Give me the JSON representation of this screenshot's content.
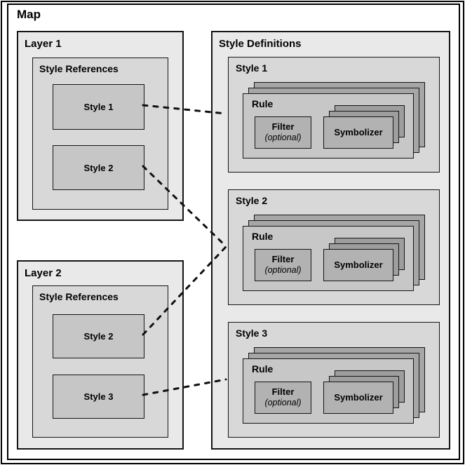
{
  "title": "Map",
  "colors": {
    "panel_bg": "#e9e9e9",
    "sub_bg": "#d8d8d8",
    "item_bg": "#c6c6c6",
    "rule_card_bg": "#c7c7c7",
    "card_back_bg": "#a6a6a6",
    "inner_box_bg": "#b2b2b2",
    "inner_back_bg": "#9e9e9e",
    "line_color": "#111111",
    "border_color": "#151515"
  },
  "layers": [
    {
      "label": "Layer 1",
      "refs_title": "Style References",
      "refs": [
        "Style 1",
        "Style 2"
      ]
    },
    {
      "label": "Layer 2",
      "refs_title": "Style References",
      "refs": [
        "Style 2",
        "Style 3"
      ]
    }
  ],
  "style_definitions": {
    "label": "Style Definitions",
    "styles": [
      {
        "label": "Style 1",
        "rule_label": "Rule",
        "filter_label": "Filter",
        "filter_note": "(optional)",
        "symbolizer_label": "Symbolizer"
      },
      {
        "label": "Style 2",
        "rule_label": "Rule",
        "filter_label": "Filter",
        "filter_note": "(optional)",
        "symbolizer_label": "Symbolizer"
      },
      {
        "label": "Style 3",
        "rule_label": "Rule",
        "filter_label": "Filter",
        "filter_note": "(optional)",
        "symbolizer_label": "Symbolizer"
      }
    ]
  }
}
